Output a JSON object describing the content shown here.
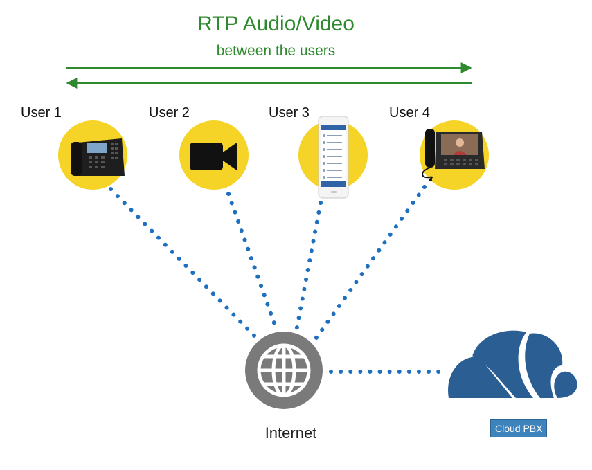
{
  "header": {
    "title": "RTP Audio/Video",
    "subtitle": "between the users"
  },
  "users": [
    {
      "label": "User 1",
      "device_icon": "desk-phone-icon"
    },
    {
      "label": "User 2",
      "device_icon": "video-camera-icon"
    },
    {
      "label": "User 3",
      "device_icon": "smartphone-icon"
    },
    {
      "label": "User 4",
      "device_icon": "video-phone-icon"
    }
  ],
  "internet": {
    "label": "Internet",
    "icon": "globe-icon"
  },
  "pbx": {
    "label": "Cloud PBX",
    "icon": "cloud-icon"
  },
  "colors": {
    "rtp_arrow": "#2f8a2f",
    "user_circle": "#f5d327",
    "dotted_link": "#1f6fbf",
    "internet_circle": "#7a7a7a",
    "cloud": "#2b5f93",
    "pbx_badge": "#3f83bd"
  }
}
